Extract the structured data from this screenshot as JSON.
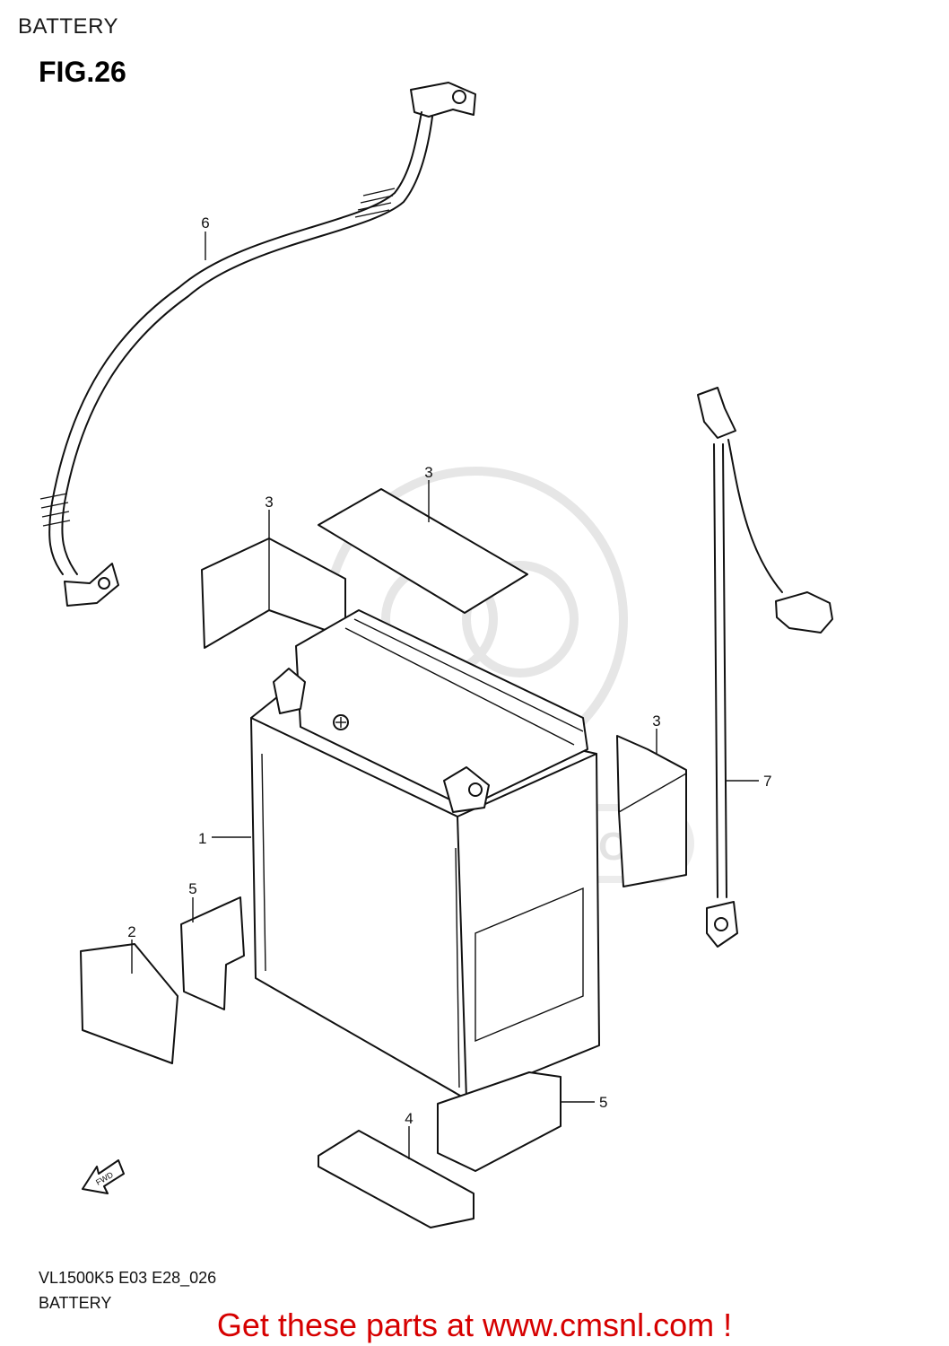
{
  "header": {
    "title": "BATTERY"
  },
  "figure": {
    "label": "FIG.26"
  },
  "watermark": {
    "text": "WWW.CMSNL.COM"
  },
  "callouts": [
    {
      "id": "battery",
      "number": "1"
    },
    {
      "id": "label-small",
      "number": "2"
    },
    {
      "id": "pad-top",
      "number": "3"
    },
    {
      "id": "pad-left",
      "number": "3"
    },
    {
      "id": "pad-right",
      "number": "3"
    },
    {
      "id": "pad-bottom",
      "number": "4"
    },
    {
      "id": "cushion-left",
      "number": "5"
    },
    {
      "id": "cushion-right",
      "number": "5"
    },
    {
      "id": "cable-positive",
      "number": "6"
    },
    {
      "id": "cable-negative",
      "number": "7"
    }
  ],
  "direction_marker": {
    "text": "FWD"
  },
  "footer": {
    "code": "VL1500K5 E03 E28_026",
    "caption": "BATTERY",
    "link_text": "Get these parts at www.cmsnl.com !"
  },
  "colors": {
    "link": "#d60000",
    "line": "#111111",
    "watermark": "#e3e3e3"
  }
}
